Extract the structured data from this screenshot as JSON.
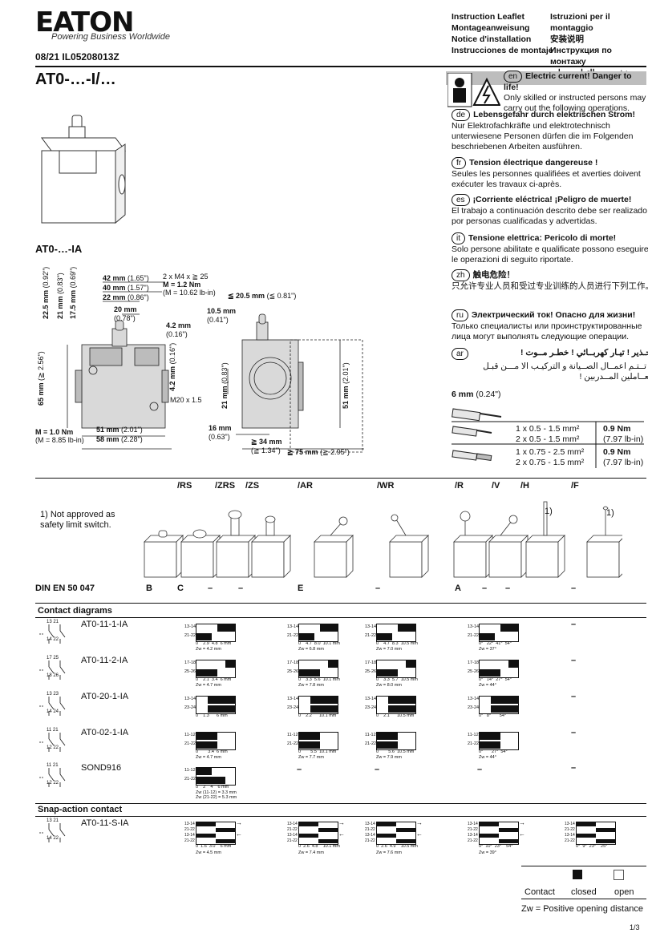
{
  "header": {
    "brand": "EATON",
    "tagline": "Powering Business Worldwide",
    "doc_code": "08/21 IL05208013Z",
    "title": "AT0-…-I/…",
    "doc_types_left": [
      "Instruction Leaflet",
      "Montageanweisung",
      "Notice d'installation",
      "Instrucciones de montaje"
    ],
    "doc_types_right": [
      "Istruzioni per il montaggio",
      "安装说明",
      "Инструкция по монтажу",
      "منشـــــور التعليمـــــات"
    ]
  },
  "warnings": [
    {
      "code": "en",
      "title": "Electric current! Danger to life!",
      "text": "Only skilled or instructed persons may carry out the following operations."
    },
    {
      "code": "de",
      "title": "Lebensgefahr durch elektrischen Strom!",
      "text": "Nur Elektrofachkräfte und elektrotechnisch unterwiesene Personen dürfen die im Folgenden beschriebenen Arbeiten ausführen."
    },
    {
      "code": "fr",
      "title": "Tension électrique dangereuse !",
      "text": "Seules les personnes qualifiées et averties doivent exécuter les travaux ci-après."
    },
    {
      "code": "es",
      "title": "¡Corriente eléctrica! ¡Peligro de muerte!",
      "text": "El trabajo a continuación descrito debe ser realizado por personas cualificadas y advertidas."
    },
    {
      "code": "it",
      "title": "Tensione elettrica: Pericolo di morte!",
      "text": "Solo persone abilitate e qualificate possono eseguire le operazioni di seguito riportate."
    },
    {
      "code": "zh",
      "title": "触电危险！",
      "text": "只允许专业人员和受过专业训练的人员进行下列工作。"
    },
    {
      "code": "ru",
      "title": "Электрический ток! Опасно для жизни!",
      "text": "Только специалисты или проинструктированные лица могут выполнять следующие операции."
    },
    {
      "code": "ar",
      "title": "تحـذير ! تيـار كهربــائي ! خطـر مــوت !",
      "text": "لا تــتـم اعمــال الصــيانة و التركيـب الا مـــن قبـل العــاملين المــدربين !"
    }
  ],
  "drawing": {
    "subtitle": "AT0-…-IA",
    "dims": {
      "d42": "42 mm",
      "d42in": "(1.65\")",
      "d40": "40 mm",
      "d40in": "(1.57\")",
      "d22": "22 mm",
      "d22in": "(0.86\")",
      "d20": "20 mm",
      "d20in": "(0.78\")",
      "d42b": "4.2 mm",
      "d42bin": "(0.16\")",
      "screw1": "2 x M4 x ≧ 25",
      "screw2": "M = 1.2 Nm",
      "screw3": "(M = 10.62 lb-in)",
      "v225": "22.5 mm",
      "v225in": "(0.92\")",
      "v21": "21 mm",
      "v21in": "(0.83\")",
      "v175": "17.5 mm",
      "v175in": "(0.69\")",
      "v65": "65 mm",
      "v65in": "(≧ 2.56\")",
      "v42": "4.2 mm",
      "v42in": "(0.16\")",
      "m20": "M20 x 1.5",
      "mnm": "M = 1.0 Nm",
      "mnmin": "(M = 8.85 lb-in)",
      "b51": "51 mm",
      "b51in": "(2.01\")",
      "b58": "58 mm",
      "b58in": "(2.28\")",
      "s205": "≦ 20.5 mm",
      "s205in": "(≦ 0.81\")",
      "s105": "10.5 mm",
      "s105in": "(0.41\")",
      "s21": "21 mm",
      "s21in": "(0.83\")",
      "s51": "51 mm",
      "s51in": "(2.01\")",
      "s16": "16 mm",
      "s16in": "(0.63\")",
      "s34": "≧ 34 mm",
      "s34in": "(≧ 1.34\")",
      "s75": "≧ 75 mm",
      "s75in": "(≧ 2.95\")"
    }
  },
  "wiring": {
    "strip": "6 mm",
    "strip_in": "(0.24\")",
    "rows": [
      {
        "a": "1 x 0.5 - 1.5 mm²",
        "b": "2 x 0.5 - 1.5 mm²",
        "t": "0.9 Nm",
        "tin": "(7.97 lb-in)"
      },
      {
        "a": "1 x 0.75 - 2.5 mm²",
        "b": "2 x 0.75 - 1.5 mm²",
        "t": "0.9 Nm",
        "tin": "(7.97 lb-in)"
      }
    ]
  },
  "variants": {
    "codes": [
      "/RS",
      "/ZRS",
      "/ZS",
      "/AR",
      "/WR",
      "/R",
      "/V",
      "/H",
      "/F"
    ],
    "note": "1) Not approved as safety limit switch.",
    "footnote": "1)",
    "din_label": "DIN EN 50 047",
    "din_values": [
      "B",
      "C",
      "–",
      "–",
      "E",
      "–",
      "A",
      "–",
      "–",
      "–"
    ]
  },
  "contact_diagrams": {
    "heading": "Contact diagrams",
    "rows": [
      {
        "name": "AT0-11-1-IA",
        "t1": "13 21",
        "t2": "14 22",
        "c1": {
          "l1": "13-14",
          "l2": "21-22",
          "ticks": "0    2.9  4.8  6 mm",
          "zw": "Zw = 4.2 mm"
        },
        "c2": {
          "l1": "13-14",
          "l2": "21-22",
          "ticks": "0    4.7  8.0  10.1 mm",
          "zw": "Zw = 6.8 mm"
        },
        "c3": {
          "l1": "13-14",
          "l2": "21-22",
          "ticks": "0    4.7  8.3  10.5 mm",
          "zw": "Zw = 7.0 mm"
        },
        "c4": {
          "l1": "13-14",
          "l2": "21-22",
          "ticks": "0°   22°  41°  54°",
          "zw": "Zw = 37°"
        },
        "c5": "–"
      },
      {
        "name": "AT0-11-2-IA",
        "t1": "17 25",
        "t2": "18 26",
        "c1": {
          "l1": "17-18",
          "l2": "25-26",
          "ticks": "0    2.1  3.4  6 mm",
          "zw": "Zw = 4.7 mm"
        },
        "c2": {
          "l1": "17-18",
          "l2": "25-26",
          "ticks": "0    3.3  5.6  10.1 mm",
          "zw": "Zw = 7.8 mm"
        },
        "c3": {
          "l1": "17-18",
          "l2": "25-26",
          "ticks": "0    3.3  5.7  10.5 mm",
          "zw": "Zw = 8.0 mm"
        },
        "c4": {
          "l1": "17-18",
          "l2": "25-26",
          "ticks": "0°   14°  27°  54°",
          "zw": "Zw = 44°"
        },
        "c5": "–"
      },
      {
        "name": "AT0-20-1-IA",
        "t1": "13 23",
        "t2": "14 24",
        "c1": {
          "l1": "13-14",
          "l2": "23-24",
          "ticks": "0    1.3      6 mm",
          "zw": ""
        },
        "c2": {
          "l1": "13-14",
          "l2": "23-24",
          "ticks": "0    2.2      10.1 mm",
          "zw": ""
        },
        "c3": {
          "l1": "13-14",
          "l2": "23-24",
          "ticks": "0    2.1      10.5 mm",
          "zw": ""
        },
        "c4": {
          "l1": "13-14",
          "l2": "23-24",
          "ticks": "0°   8°       54°",
          "zw": ""
        },
        "c5": "–"
      },
      {
        "name": "AT0-02-1-IA",
        "t1": "11 21",
        "t2": "12 22",
        "c1": {
          "l1": "11-12",
          "l2": "21-22",
          "ticks": "0        3.4  6 mm",
          "zw": "Zw = 4.7 mm"
        },
        "c2": {
          "l1": "11-12",
          "l2": "21-22",
          "ticks": "0        5.5  10.1 mm",
          "zw": "Zw = 7.7 mm"
        },
        "c3": {
          "l1": "11-12",
          "l2": "21-22",
          "ticks": "0        5.6  10.5 mm",
          "zw": "Zw = 7.9 mm"
        },
        "c4": {
          "l1": "11-12",
          "l2": "21-22",
          "ticks": "0°       27°  54°",
          "zw": "Zw = 44°"
        },
        "c5": "–"
      },
      {
        "name": "SOND916",
        "t1": "11 21",
        "t2": "12 22",
        "c1": {
          "l1": "11-12",
          "l2": "21-22",
          "ticks": "0    2    4    6 mm",
          "zw": "Zw (11-12) = 3.3 mm",
          "zw2": "Zw (21-22) = 5.3 mm"
        },
        "c2": "–",
        "c3": "–",
        "c4": "–",
        "c5": "–"
      }
    ],
    "snap_heading": "Snap-action contact",
    "snap": {
      "name": "AT0-11-S-IA",
      "t1": "13 21",
      "t2": "14 22",
      "c1": {
        "ticks": "0  1.6  3.0    6 mm",
        "zw": "Zw = 4.5 mm"
      },
      "c2": {
        "ticks": "0  2.6  4.8    10.1 mm",
        "zw": "Zw = 7.4 mm"
      },
      "c3": {
        "ticks": "0  2.6  4.9    10.5 mm",
        "zw": "Zw = 7.6 mm"
      },
      "c4": {
        "ticks": "0°  10°  23°    54°",
        "zw": "Zw = 39°"
      },
      "c5": {
        "ticks": "0°  9°  23°    25°",
        "zw": ""
      },
      "labels": [
        "13-14",
        "21-22",
        "13-14",
        "21-22"
      ]
    }
  },
  "legend": {
    "contact": "Contact",
    "closed": "closed",
    "open": "open",
    "zw": "Zw = Positive opening distance"
  },
  "page": "1/3"
}
